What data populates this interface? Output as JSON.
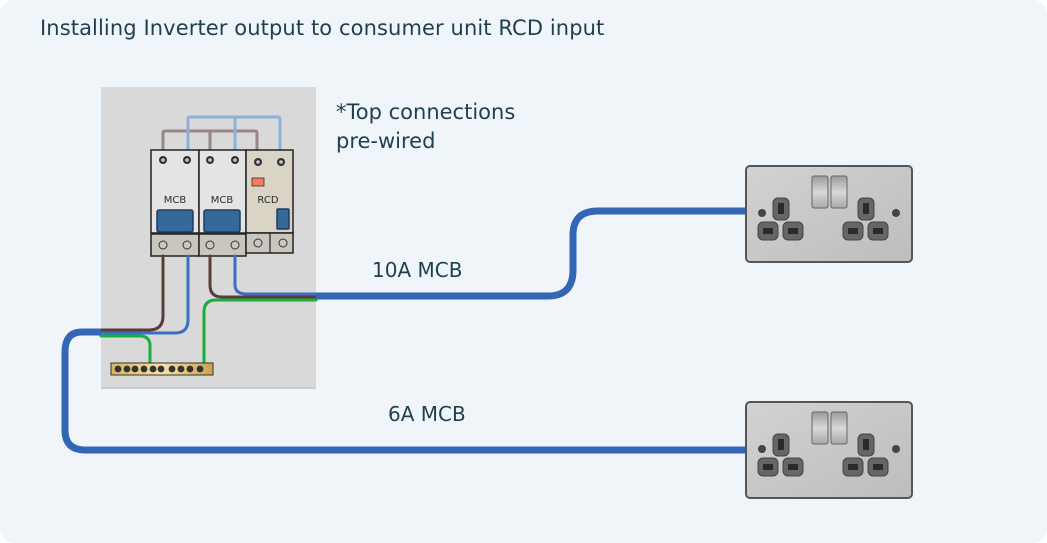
{
  "title": "Installing Inverter output to consumer unit RCD input",
  "note": {
    "line1": "*Top connections",
    "line2": "pre-wired"
  },
  "consumer_unit": {
    "devices": [
      {
        "label": "MCB",
        "type": "mcb"
      },
      {
        "label": "MCB",
        "type": "mcb"
      },
      {
        "label": "RCD",
        "type": "rcd"
      }
    ]
  },
  "circuits": [
    {
      "label": "10A MCB",
      "destination": "double-socket-upper"
    },
    {
      "label": "6A MCB",
      "destination": "double-socket-lower"
    }
  ],
  "colors": {
    "background": "#f0f5f9",
    "text": "#1f3f4f",
    "cable": "#3366b5",
    "live_wire": "#5a3d3a",
    "neutral_wire": "#3a6fc4",
    "earth_wire": "#1aaf3a",
    "panel": "#d9d9d9",
    "mcb_body": "#e4e4e4",
    "rcd_body": "#d9d4c6",
    "toggle": "#34699a",
    "rcd_test": "#f47c5a",
    "earth_bar": "#e9c97a",
    "socket_plate": "#c6c6c6"
  }
}
